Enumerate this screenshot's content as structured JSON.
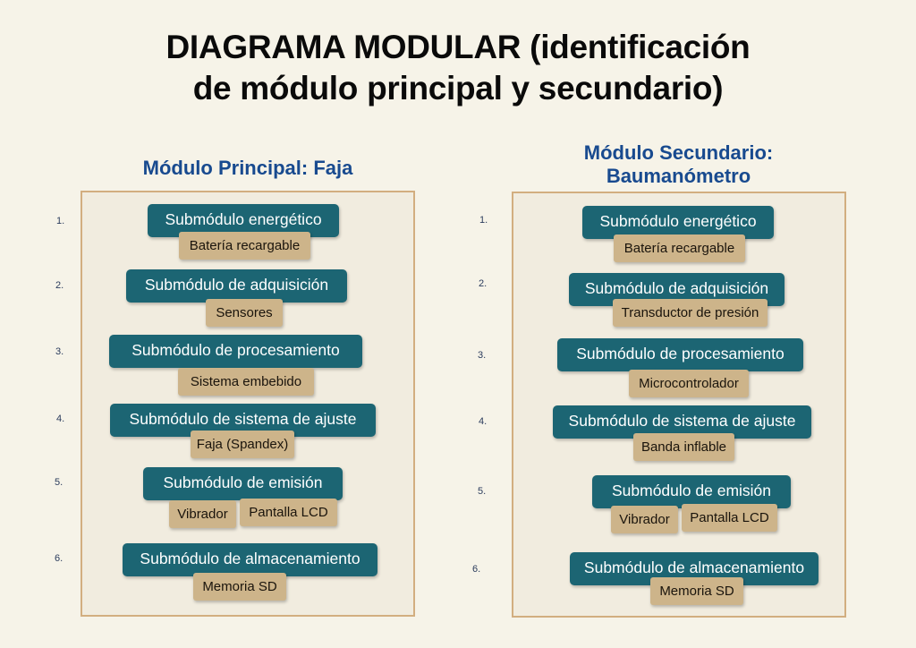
{
  "title": {
    "line1": "DIAGRAMA MODULAR (identificación",
    "line2": "de módulo principal y secundario)"
  },
  "colors": {
    "background": "#f6f3e8",
    "heading_blue": "#184a8f",
    "submodule_teal": "#1c6573",
    "component_tan": "#cdb48a",
    "panel_border": "#d2ae80"
  },
  "principal": {
    "heading": "Módulo Principal: Faja",
    "items": [
      {
        "number": "1.",
        "submodule": "Submódulo energético",
        "components": [
          "Batería recargable"
        ]
      },
      {
        "number": "2.",
        "submodule": "Submódulo de adquisición",
        "components": [
          "Sensores"
        ]
      },
      {
        "number": "3.",
        "submodule": "Submódulo de procesamiento",
        "components": [
          "Sistema embebido"
        ]
      },
      {
        "number": "4.",
        "submodule": "Submódulo de sistema de ajuste",
        "components": [
          "Faja (Spandex)"
        ]
      },
      {
        "number": "5.",
        "submodule": "Submódulo de emisión",
        "components": [
          "Vibrador",
          "Pantalla LCD"
        ]
      },
      {
        "number": "6.",
        "submodule": "Submódulo de almacenamiento",
        "components": [
          "Memoria SD"
        ]
      }
    ]
  },
  "secundario": {
    "heading_line1": "Módulo Secundario:",
    "heading_line2": "Baumanómetro",
    "items": [
      {
        "number": "1.",
        "submodule": "Submódulo energético",
        "components": [
          "Batería recargable"
        ]
      },
      {
        "number": "2.",
        "submodule": "Submódulo de adquisición",
        "components": [
          "Transductor de presión"
        ]
      },
      {
        "number": "3.",
        "submodule": "Submódulo de procesamiento",
        "components": [
          "Microcontrolador"
        ]
      },
      {
        "number": "4.",
        "submodule": "Submódulo de sistema de ajuste",
        "components": [
          "Banda inflable"
        ]
      },
      {
        "number": "5.",
        "submodule": "Submódulo de emisión",
        "components": [
          "Vibrador",
          "Pantalla LCD"
        ]
      },
      {
        "number": "6.",
        "submodule": "Submódulo de almacenamiento",
        "components": [
          "Memoria SD"
        ]
      }
    ]
  }
}
